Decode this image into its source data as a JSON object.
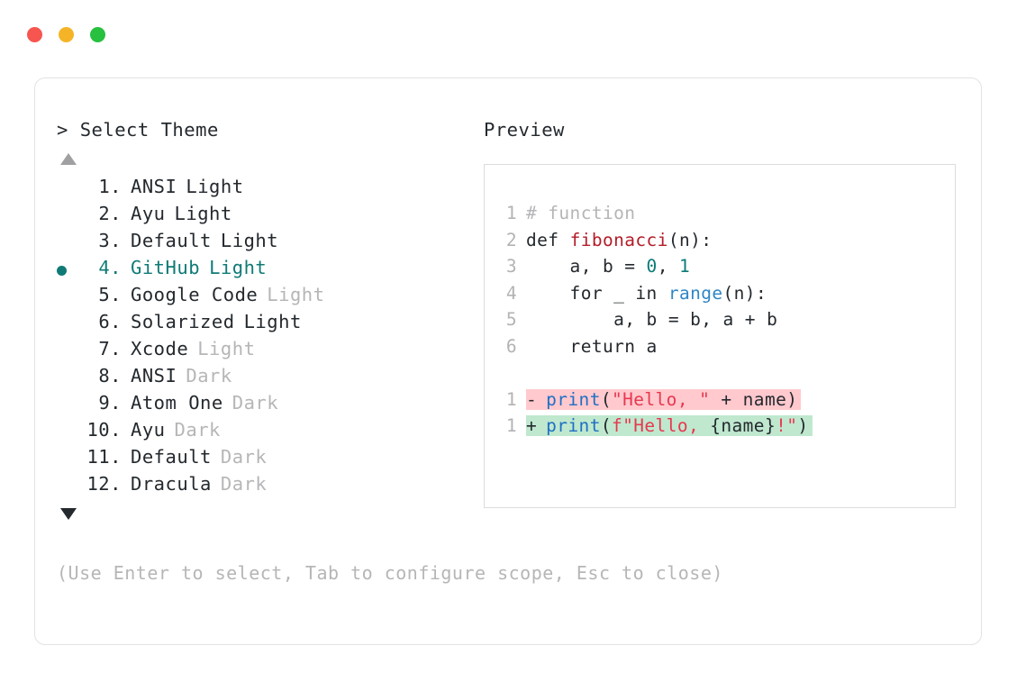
{
  "window": {
    "controls": [
      {
        "name": "close",
        "color": "#f6564f"
      },
      {
        "name": "minimize",
        "color": "#f5b427"
      },
      {
        "name": "maximize",
        "color": "#27c03f"
      }
    ]
  },
  "selector": {
    "prompt_caret": ">",
    "prompt_title": "Select Theme",
    "scroll_up_icon": "triangle-up",
    "scroll_down_icon": "triangle-down",
    "selected_index": 4,
    "accent_color": "#0f7a76",
    "muted_color": "#b6b6b9",
    "items": [
      {
        "index": "1.",
        "name": "ANSI",
        "variant": "Light",
        "variant_muted": false
      },
      {
        "index": "2.",
        "name": "Ayu",
        "variant": "Light",
        "variant_muted": false
      },
      {
        "index": "3.",
        "name": "Default",
        "variant": "Light",
        "variant_muted": false
      },
      {
        "index": "4.",
        "name": "GitHub",
        "variant": "Light",
        "variant_muted": false
      },
      {
        "index": "5.",
        "name": "Google Code",
        "variant": "Light",
        "variant_muted": true
      },
      {
        "index": "6.",
        "name": "Solarized",
        "variant": "Light",
        "variant_muted": false
      },
      {
        "index": "7.",
        "name": "Xcode",
        "variant": "Light",
        "variant_muted": true
      },
      {
        "index": "8.",
        "name": "ANSI",
        "variant": "Dark",
        "variant_muted": true
      },
      {
        "index": "9.",
        "name": "Atom One",
        "variant": "Dark",
        "variant_muted": true
      },
      {
        "index": "10.",
        "name": "Ayu",
        "variant": "Dark",
        "variant_muted": true
      },
      {
        "index": "11.",
        "name": "Default",
        "variant": "Dark",
        "variant_muted": true
      },
      {
        "index": "12.",
        "name": "Dracula",
        "variant": "Dark",
        "variant_muted": true
      }
    ]
  },
  "preview": {
    "label": "Preview",
    "code_lines": [
      {
        "ln": "1",
        "tokens": [
          {
            "t": "# function",
            "c": "tok-comment"
          }
        ]
      },
      {
        "ln": "2",
        "tokens": [
          {
            "t": "def ",
            "c": "tok-kw"
          },
          {
            "t": "fibonacci",
            "c": "tok-fn"
          },
          {
            "t": "(n):",
            "c": "tok-punc"
          }
        ]
      },
      {
        "ln": "3",
        "tokens": [
          {
            "t": "    a, b = ",
            "c": "tok-kw"
          },
          {
            "t": "0",
            "c": "tok-num"
          },
          {
            "t": ", ",
            "c": "tok-punc"
          },
          {
            "t": "1",
            "c": "tok-num"
          }
        ]
      },
      {
        "ln": "4",
        "tokens": [
          {
            "t": "    for _ in ",
            "c": "tok-kw"
          },
          {
            "t": "range",
            "c": "tok-builtin"
          },
          {
            "t": "(n):",
            "c": "tok-punc"
          }
        ]
      },
      {
        "ln": "5",
        "tokens": [
          {
            "t": "        a, b = b, a + b",
            "c": "tok-kw"
          }
        ]
      },
      {
        "ln": "6",
        "tokens": [
          {
            "t": "    return a",
            "c": "tok-kw"
          }
        ]
      }
    ],
    "diff_lines": [
      {
        "ln": "1",
        "sign": "-",
        "kind": "del",
        "bg": "#ffc9ce",
        "tokens": [
          {
            "t": "print",
            "c": "tok-blue"
          },
          {
            "t": "(",
            "c": "tok-punc"
          },
          {
            "t": "\"Hello, \"",
            "c": "tok-str"
          },
          {
            "t": " + name)",
            "c": "tok-punc"
          }
        ]
      },
      {
        "ln": "1",
        "sign": "+",
        "kind": "add",
        "bg": "#bfe8cf",
        "tokens": [
          {
            "t": "print",
            "c": "tok-blue"
          },
          {
            "t": "(",
            "c": "tok-punc"
          },
          {
            "t": "f\"Hello, ",
            "c": "tok-str"
          },
          {
            "t": "{name}",
            "c": "tok-punc"
          },
          {
            "t": "!\"",
            "c": "tok-str"
          },
          {
            "t": ")",
            "c": "tok-punc"
          }
        ]
      }
    ]
  },
  "footer": {
    "hint": "(Use Enter to select, Tab to configure scope, Esc to close)"
  }
}
